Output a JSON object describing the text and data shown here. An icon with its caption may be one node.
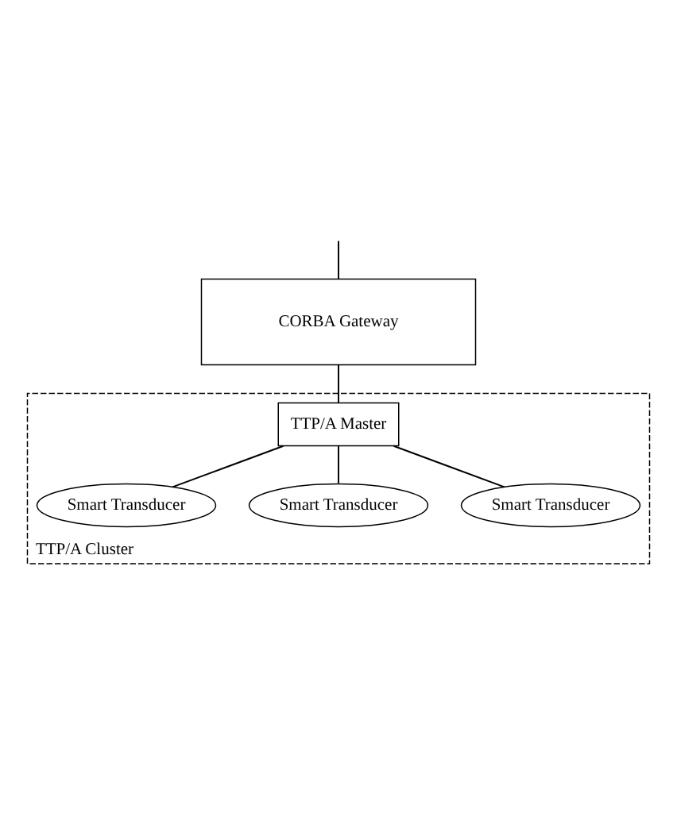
{
  "diagram": {
    "nodes": [
      {
        "text": [
          "CORBA Gateway"
        ]
      },
      {
        "text": [
          "TTP/A Cluster"
        ]
      },
      {
        "text": [
          "TTP/A Master"
        ],
        "in": 1
      },
      {
        "text": [
          "Smart Transducer"
        ],
        "in": 1
      },
      {
        "text": [
          "Smart Transducer"
        ],
        "in": 1
      },
      {
        "text": [
          "Smart Transducer"
        ],
        "in": 1
      }
    ],
    "edges": [
      {
        "from": null,
        "to": 0,
        "arrow": "none"
      },
      {
        "from": 0,
        "to": 2,
        "arrow": "none"
      },
      {
        "from": 2,
        "to": 3,
        "arrow": "none"
      },
      {
        "from": 2,
        "to": 4,
        "arrow": "none"
      },
      {
        "from": 2,
        "to": 5,
        "arrow": "none"
      }
    ]
  }
}
